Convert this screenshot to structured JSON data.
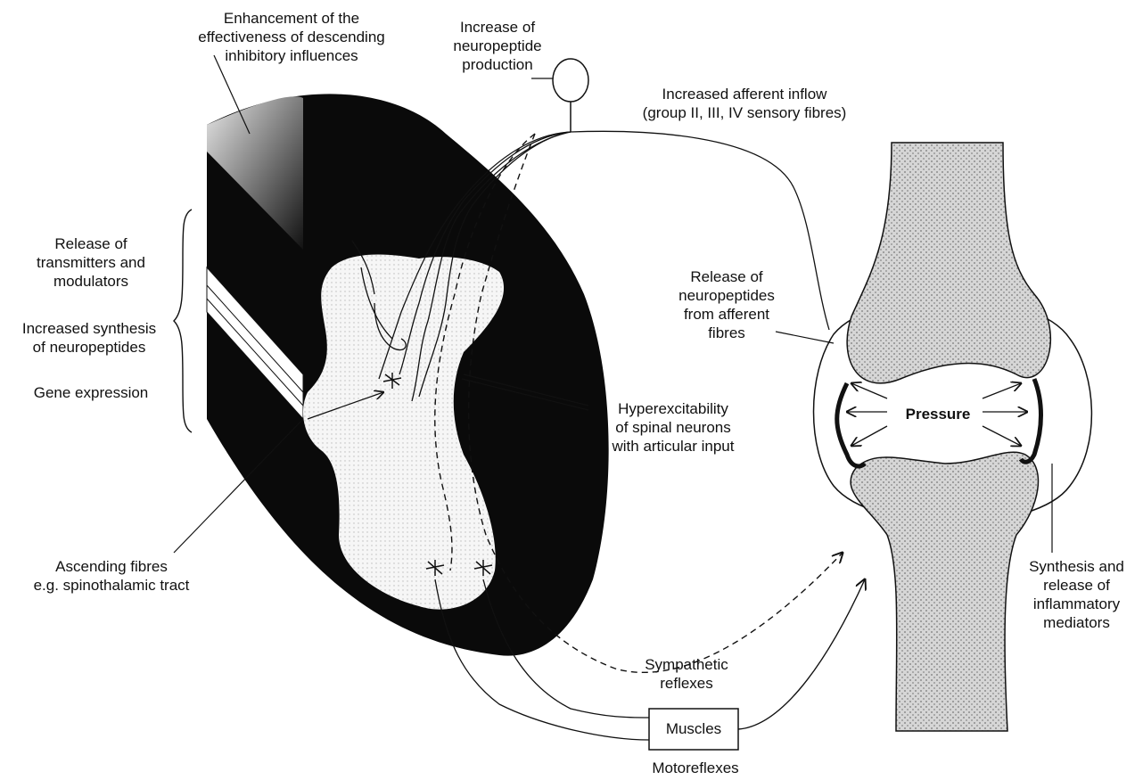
{
  "labels": {
    "enhancement": "Enhancement of the\neffectiveness of descending\ninhibitory influences",
    "neuropeptide_production": "Increase of\nneuropeptide\nproduction",
    "afferent_inflow": "Increased afferent inflow\n(group II, III, IV sensory fibres)",
    "release_transmitters": "Release of\ntransmitters and\nmodulators",
    "synthesis_neuropeptides": "Increased synthesis\nof neuropeptides",
    "gene_expression": "Gene expression",
    "release_neuropeptides": "Release of\nneuropeptides\nfrom afferent\nfibres",
    "hyperexcitability": "Hyperexcitability\nof spinal neurons\nwith articular input",
    "pressure": "Pressure",
    "ascending_fibres": "Ascending fibres\ne.g. spinothalamic tract",
    "synthesis_inflammatory": "Synthesis and\nrelease of\ninflammatory\nmediators",
    "sympathetic_reflexes": "Sympathetic\nreflexes",
    "muscles": "Muscles",
    "motoreflexes": "Motoreflexes"
  },
  "colors": {
    "ink": "#111111",
    "bone_fill": "#cfcfcf",
    "cord_black": "#0a0a0a",
    "grey_matter": "#f4f4f4"
  },
  "icons": [
    "neuron-cell-body-icon",
    "star-synapse-icon",
    "arrow-icon"
  ]
}
